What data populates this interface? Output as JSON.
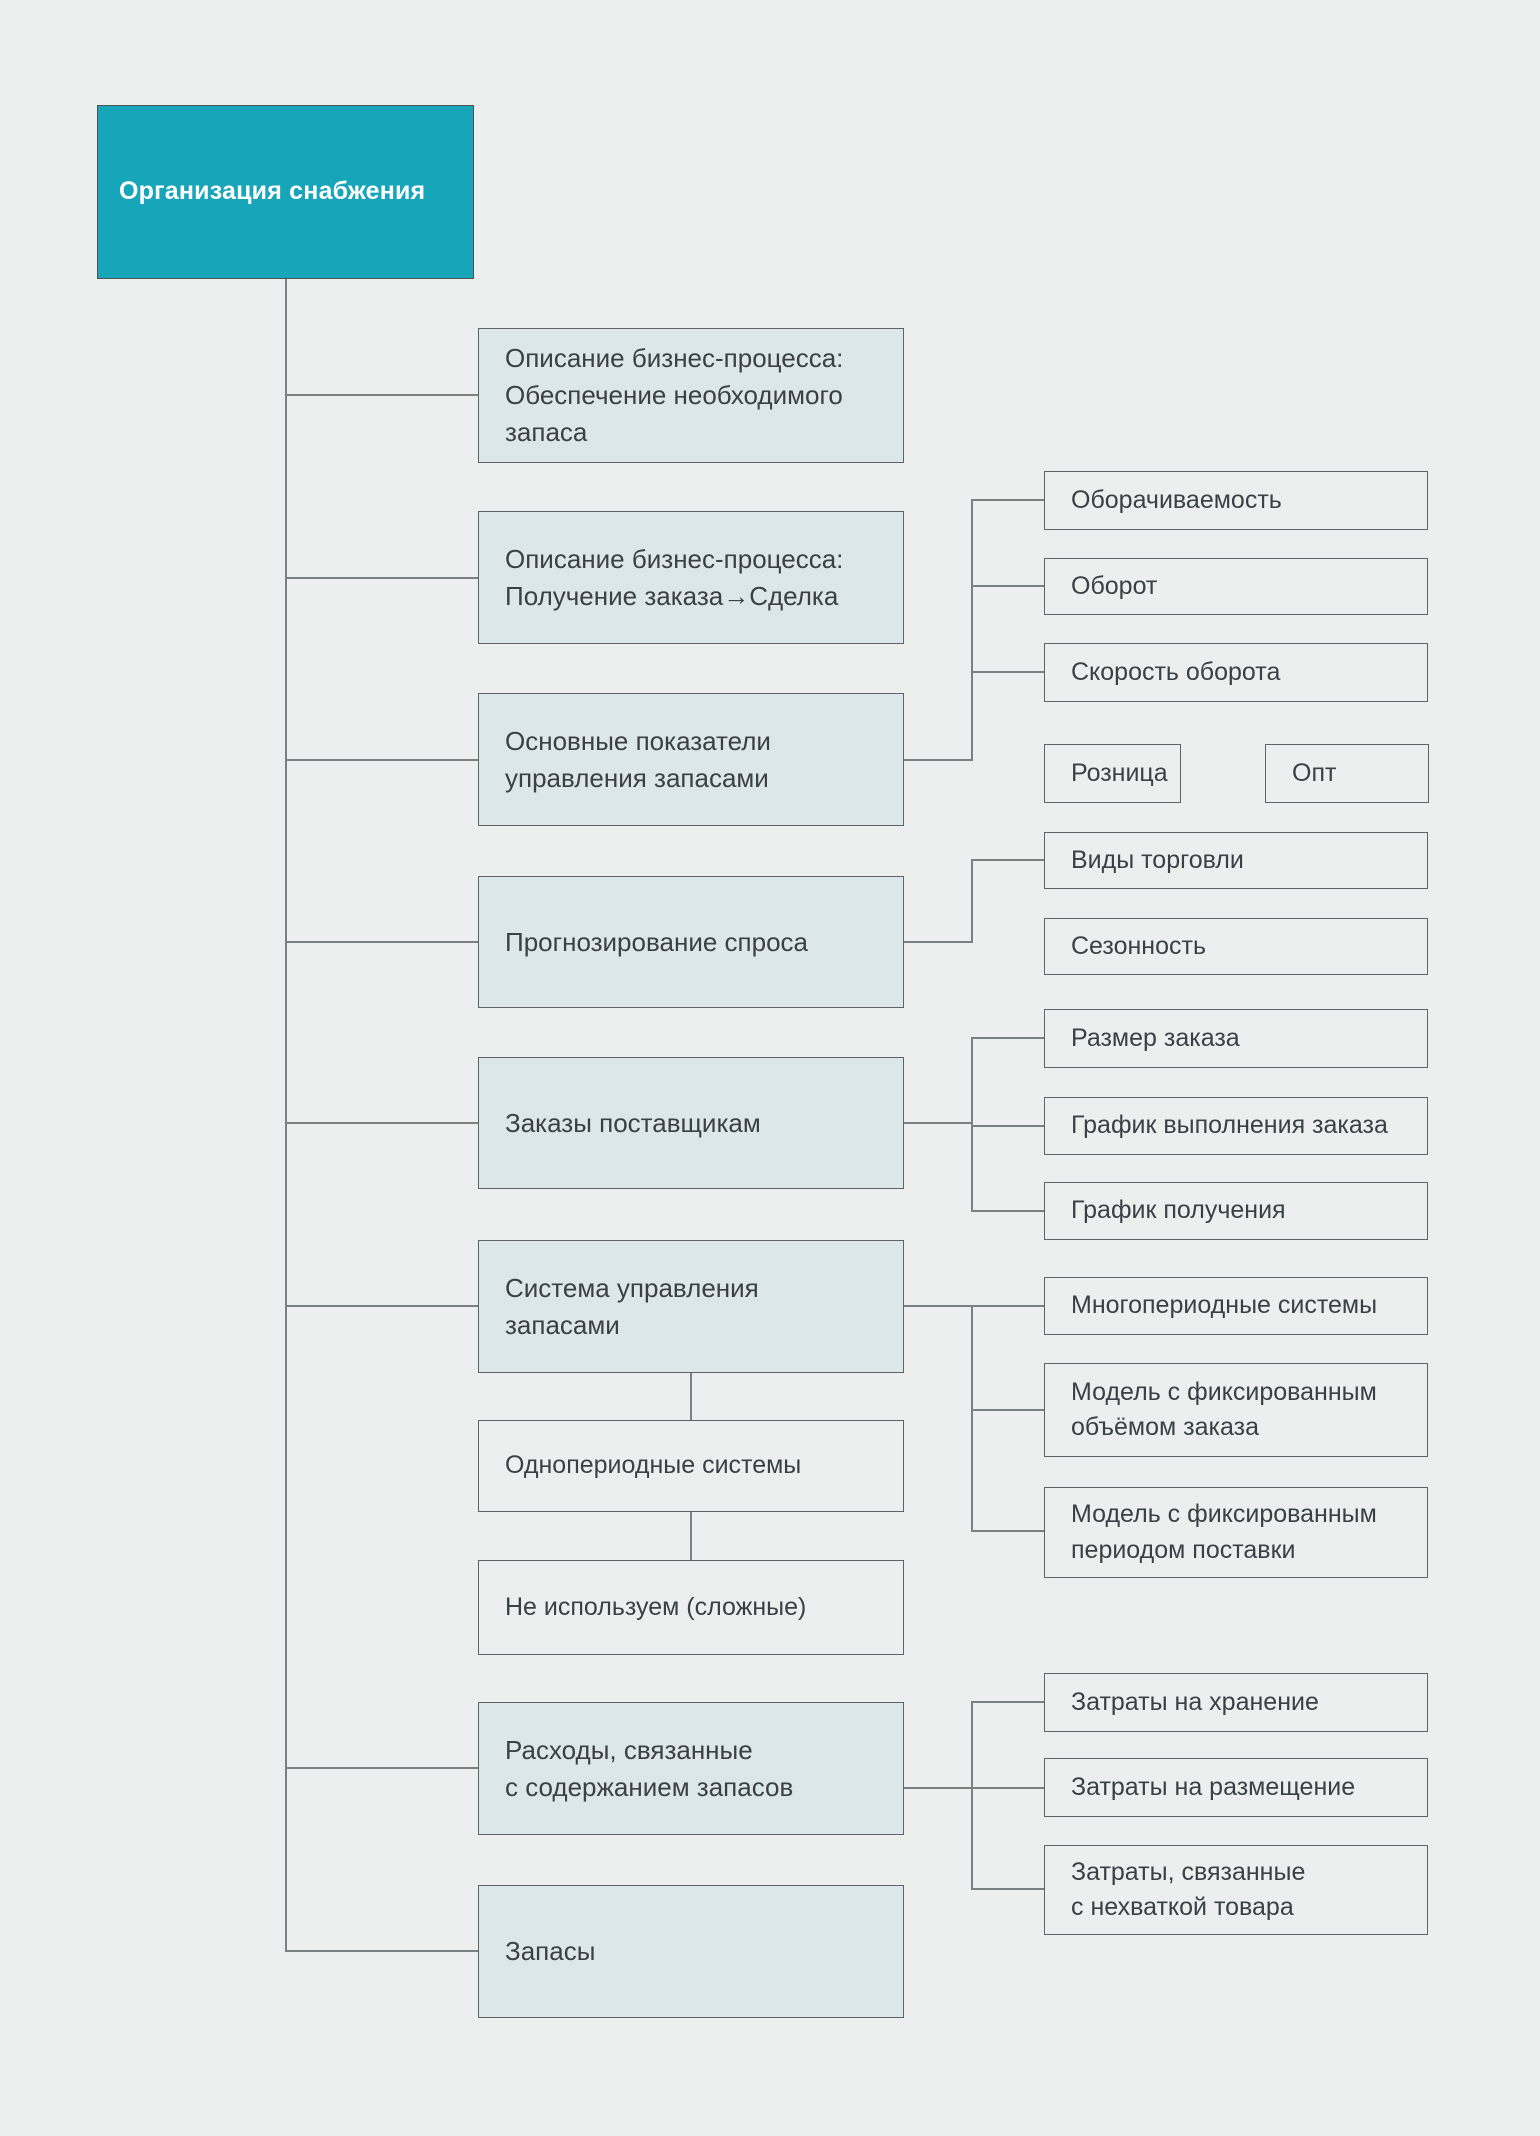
{
  "diagram": {
    "title": "Организация снабжения (схема)",
    "colors": {
      "background": "#edeeee",
      "accent_teal": "#17a5ba",
      "level2_fill": "#dbe7e9",
      "level3_fill": "#edefef",
      "border": "#5f6367",
      "connector": "#7b8084",
      "text": "#3b4045",
      "root_text": "#ffffff"
    },
    "nodes": {
      "root": "Организация снабжения",
      "bp_supply": "Описание бизнес-процесса:\nОбеспечение необходимого\nзапаса",
      "bp_order": "Описание бизнес-процесса:\nПолучение заказа→Сделка",
      "kpi": "Основные показатели\nуправления запасами",
      "turnover_rate": "Оборачиваемость",
      "turnover": "Оборот",
      "turnover_speed": "Скорость оборота",
      "retail": "Розница",
      "wholesale": "Опт",
      "forecast": "Прогнозирование спроса",
      "trade_types": "Виды торговли",
      "seasonality": "Сезонность",
      "supplier_orders": "Заказы поставщикам",
      "order_size": "Размер заказа",
      "order_fulfillment_schedule": "График выполнения заказа",
      "receiving_schedule": "График получения",
      "inventory_system": "Система управления\nзапасами",
      "multi_period": "Многопериодные системы",
      "fixed_volume_model": "Модель с фиксированным\nобъёмом заказа",
      "fixed_period_model": "Модель с фиксированным\nпериодом поставки",
      "single_period": "Однопериодные системы",
      "not_used": "Не используем (сложные)",
      "costs": "Расходы, связанные\nс содержанием запасов",
      "storage_costs": "Затраты на хранение",
      "placement_costs": "Затраты на размещение",
      "shortage_costs": "Затраты, связанные\nс нехваткой товара",
      "stocks": "Запасы"
    }
  }
}
